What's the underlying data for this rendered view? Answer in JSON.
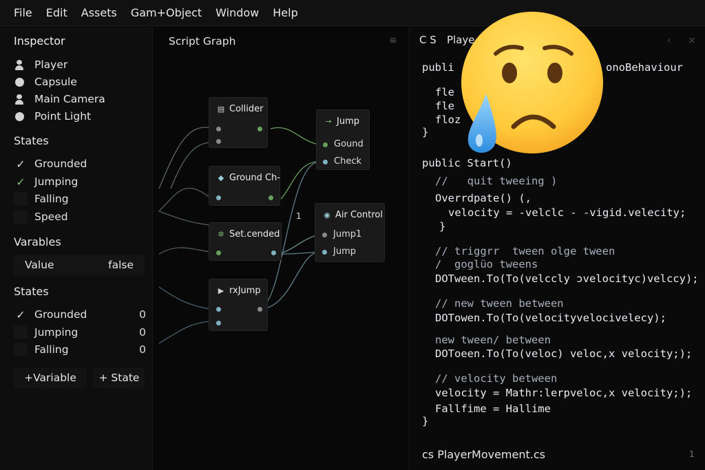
{
  "menu": [
    "File",
    "Edit",
    "Assets",
    "Gam+Object",
    "Window",
    "Help"
  ],
  "inspector": {
    "title": "Inspector",
    "hierarchy": [
      {
        "label": "Player",
        "icon": "person-icon"
      },
      {
        "label": "Capsule",
        "icon": "dot-icon"
      },
      {
        "label": "Main Camera",
        "icon": "person-icon"
      },
      {
        "label": "Point Light",
        "icon": "dot-icon"
      }
    ],
    "states_title": "States",
    "states": [
      {
        "label": "Grounded",
        "checked": true
      },
      {
        "label": "Jumping",
        "checked": true
      },
      {
        "label": "Falling",
        "checked": false
      },
      {
        "label": "Speed",
        "checked": false
      }
    ],
    "variables_title": "Varables",
    "variable": {
      "name": "Value",
      "value": "false"
    },
    "states2_title": "States",
    "states2": [
      {
        "label": "Grounded",
        "checked": true,
        "count": "0"
      },
      {
        "label": "Jumping",
        "checked": false,
        "count": "0"
      },
      {
        "label": "Falling",
        "checked": false,
        "count": "0"
      }
    ],
    "add_variable": "+Variable",
    "add_state": "+ State"
  },
  "graph": {
    "title": "Script Graph",
    "menu_icon": "≡",
    "number_label": "1",
    "nodes": {
      "collider": {
        "title": "Collider"
      },
      "ground": {
        "title": "Ground Ch-"
      },
      "setgrounded": {
        "title": "Set.cended"
      },
      "rxjump": {
        "title": "rxJump"
      },
      "jump": {
        "title": "Jump",
        "ports": [
          "Gound",
          "Check"
        ]
      },
      "aircontrol": {
        "title": "Air Control",
        "ports": [
          "Jump1",
          "Jump"
        ]
      }
    }
  },
  "code": {
    "tab_lang": "C S",
    "tab_name": "Playe",
    "tab_back": "‹",
    "tab_close": "×",
    "lines": [
      {
        "text": "publi",
        "type": "text"
      },
      {
        "text": "onoBehaviour",
        "type": "text"
      },
      {
        "text": "fle",
        "type": "text"
      },
      {
        "text": "fle",
        "type": "text"
      },
      {
        "text": "floz",
        "type": "text"
      },
      {
        "text": "}",
        "type": "text"
      },
      {
        "text": "public Start()",
        "type": "text"
      },
      {
        "text": "//   quit tweeing )",
        "type": "comment"
      },
      {
        "text": "Overrdpate() (,",
        "type": "text"
      },
      {
        "text": "velocity = -velclc - -vigid.velecity;",
        "type": "text"
      },
      {
        "text": "}",
        "type": "text"
      },
      {
        "text": "// triggrr  tween olge tween",
        "type": "comment"
      },
      {
        "text": "/  goglüo tweens",
        "type": "comment"
      },
      {
        "text": "DOTween.To(To(velccly ɔvelocityc)velccy);",
        "type": "text"
      },
      {
        "text": "// new tween between",
        "type": "comment"
      },
      {
        "text": "DOTowen.To(To(velocityvelocivelecy);",
        "type": "text"
      },
      {
        "text": "new tween/ between",
        "type": "comment"
      },
      {
        "text": "DOToeen.To(To(veloc) veloc,x velocity;);",
        "type": "text"
      },
      {
        "text": "// velocity between",
        "type": "comment"
      },
      {
        "text": "velocity = Mathr:lerpveloc,x velocity;);",
        "type": "text"
      },
      {
        "text": "Fallfime = Hallime",
        "type": "text"
      },
      {
        "text": "}",
        "type": "text"
      }
    ],
    "footer": "cs  PlayerMovement.cs",
    "line_count": "1"
  },
  "overlay": {
    "emoji": "sad-but-relieved-face"
  }
}
